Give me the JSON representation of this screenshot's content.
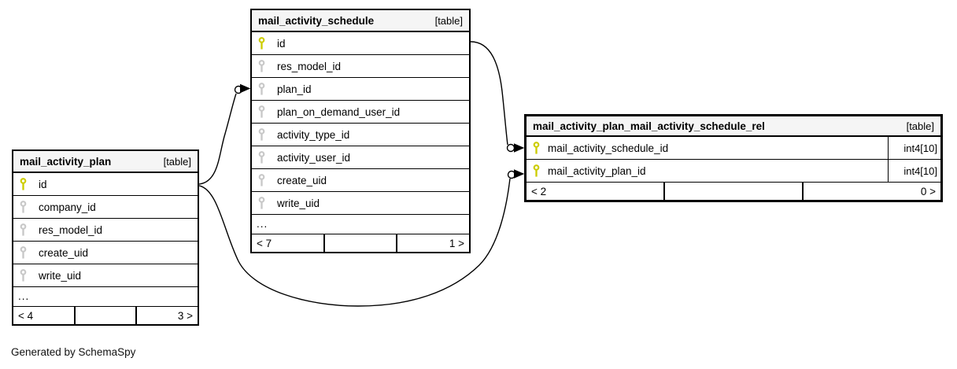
{
  "diagram": {
    "footer_note": "Generated by SchemaSpy",
    "colors": {
      "pk_key": "#cccc00",
      "fk_key": "#c8c8c8",
      "header_bg": "#f5f5f5",
      "table_border": "#000000",
      "connector_line": "#000000"
    }
  },
  "tables": [
    {
      "name": "mail_activity_plan",
      "tag": "[table]",
      "rows": [
        {
          "name": "id",
          "key": "primary"
        },
        {
          "name": "company_id",
          "key": "foreign"
        },
        {
          "name": "res_model_id",
          "key": "foreign"
        },
        {
          "name": "create_uid",
          "key": "foreign"
        },
        {
          "name": "write_uid",
          "key": "foreign"
        }
      ],
      "ellipsis": "...",
      "footer": {
        "left": "< 4",
        "center": "",
        "right": "3 >"
      }
    },
    {
      "name": "mail_activity_schedule",
      "tag": "[table]",
      "rows": [
        {
          "name": "id",
          "key": "primary"
        },
        {
          "name": "res_model_id",
          "key": "foreign"
        },
        {
          "name": "plan_id",
          "key": "foreign"
        },
        {
          "name": "plan_on_demand_user_id",
          "key": "foreign"
        },
        {
          "name": "activity_type_id",
          "key": "foreign"
        },
        {
          "name": "activity_user_id",
          "key": "foreign"
        },
        {
          "name": "create_uid",
          "key": "foreign"
        },
        {
          "name": "write_uid",
          "key": "foreign"
        }
      ],
      "ellipsis": "...",
      "footer": {
        "left": "< 7",
        "center": "",
        "right": "1 >"
      }
    },
    {
      "name": "mail_activity_plan_mail_activity_schedule_rel",
      "tag": "[table]",
      "rows": [
        {
          "name": "mail_activity_schedule_id",
          "key": "primary",
          "type": "int4[10]"
        },
        {
          "name": "mail_activity_plan_id",
          "key": "primary",
          "type": "int4[10]"
        }
      ],
      "footer": {
        "left": "< 2",
        "center": "",
        "right": "0 >"
      }
    }
  ],
  "relationships": [
    {
      "from_table": "mail_activity_plan",
      "from_column": "id",
      "to_table": "mail_activity_schedule",
      "to_column": "plan_id"
    },
    {
      "from_table": "mail_activity_schedule",
      "from_column": "id",
      "to_table": "mail_activity_plan_mail_activity_schedule_rel",
      "to_column": "mail_activity_schedule_id"
    },
    {
      "from_table": "mail_activity_plan",
      "from_column": "id",
      "to_table": "mail_activity_plan_mail_activity_schedule_rel",
      "to_column": "mail_activity_plan_id"
    }
  ]
}
